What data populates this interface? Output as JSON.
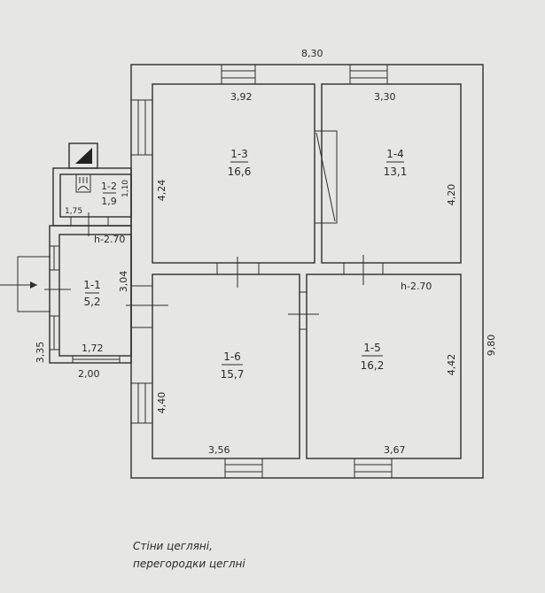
{
  "overall": {
    "width": "8,30",
    "depth": "9,80"
  },
  "rooms": [
    {
      "id": "1-1",
      "area": "5,2"
    },
    {
      "id": "1-2",
      "area": "1,9"
    },
    {
      "id": "1-3",
      "area": "16,6"
    },
    {
      "id": "1-4",
      "area": "13,1"
    },
    {
      "id": "1-5",
      "area": "16,2"
    },
    {
      "id": "1-6",
      "area": "15,7"
    }
  ],
  "dimensions": {
    "r13_w": "3,92",
    "r13_h": "4,24",
    "r14_w": "3,30",
    "r14_h": "4,20",
    "r15_w": "3,67",
    "r15_h": "4,42",
    "r16_w": "3,56",
    "r16_h": "4,40",
    "r11_w": "1,72",
    "r11_h": "3,04",
    "r12_w": "1,75",
    "r12_h": "1,10",
    "annex_w": "2,00",
    "annex_d": "3,35"
  },
  "heights": {
    "annex": "h-2.70",
    "main": "h-2.70"
  },
  "note": {
    "line1": "Стіни цегляні,",
    "line2": "перегородки цеглні"
  }
}
